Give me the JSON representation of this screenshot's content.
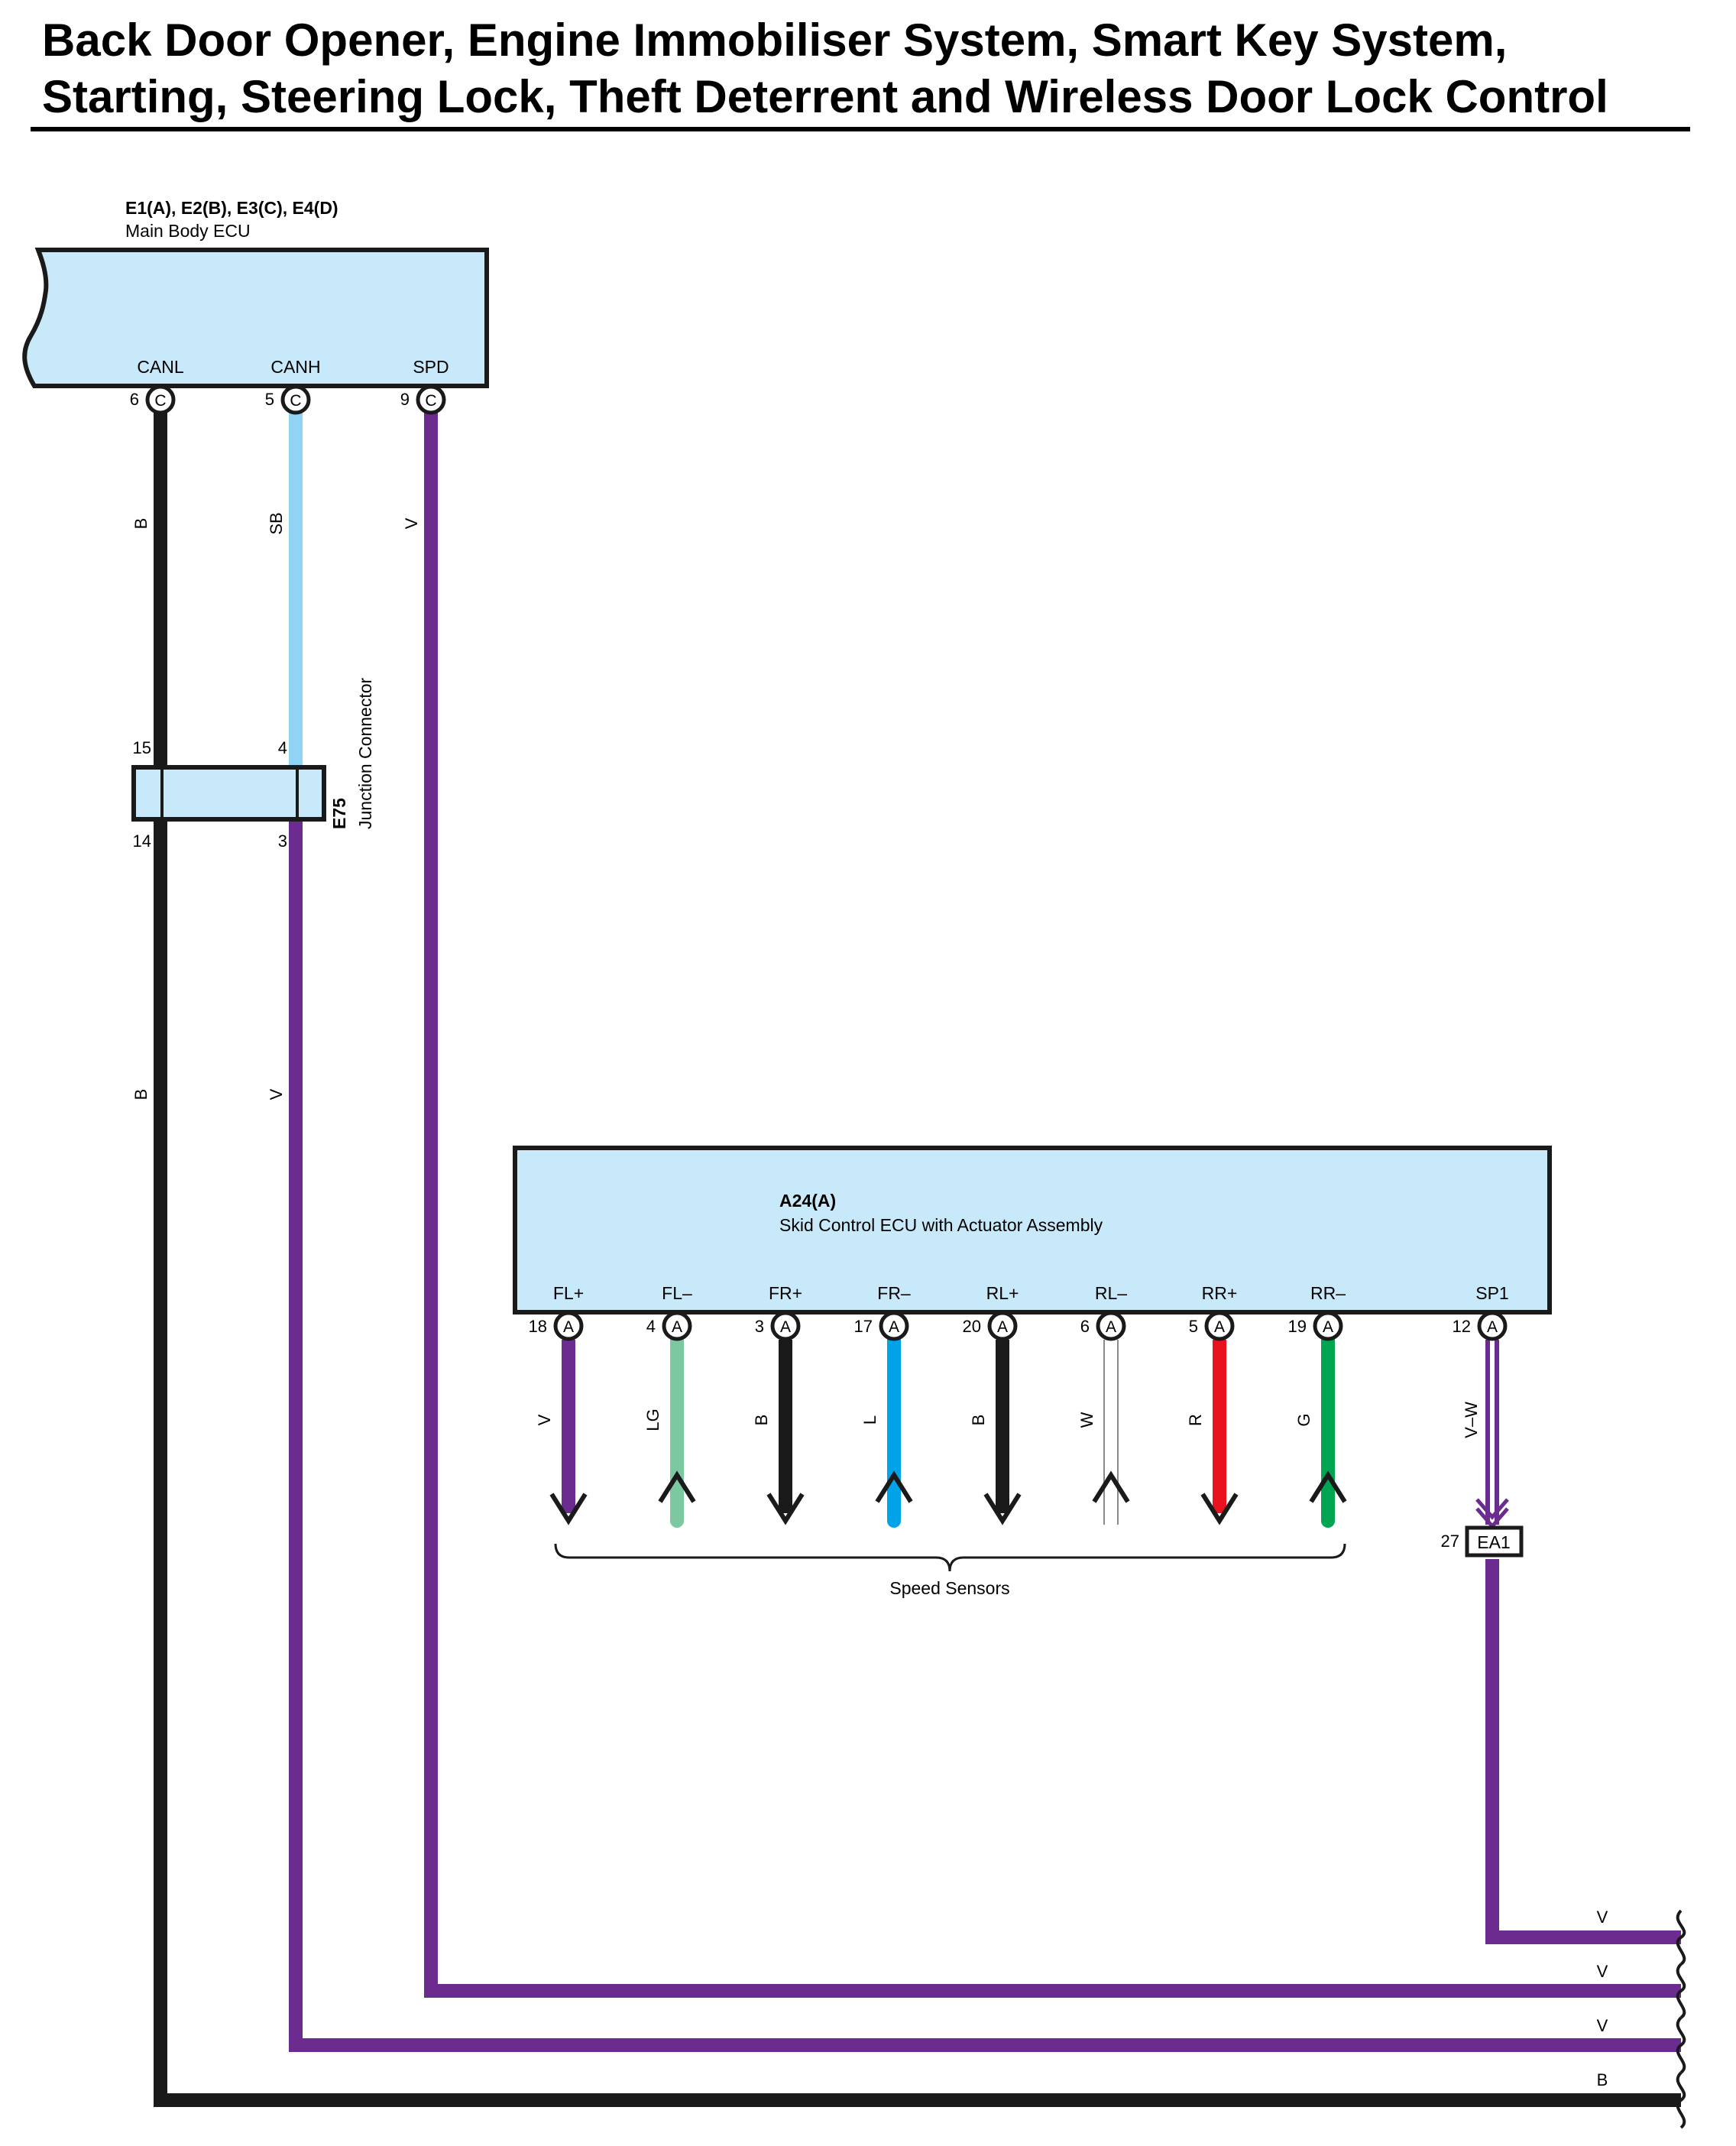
{
  "title": {
    "line1": "Back Door Opener, Engine Immobiliser System, Smart Key System,",
    "line2": "Starting, Steering Lock, Theft Deterrent and Wireless Door Lock Control"
  },
  "main_body_ecu": {
    "connectors": "E1(A), E2(B), E3(C), E4(D)",
    "name": "Main Body ECU",
    "terminals": [
      {
        "label": "CANL",
        "pin": "6",
        "connector": "C"
      },
      {
        "label": "CANH",
        "pin": "5",
        "connector": "C"
      },
      {
        "label": "SPD",
        "pin": "9",
        "connector": "C"
      }
    ]
  },
  "junction_connector": {
    "code": "E75",
    "name": "Junction Connector",
    "pins": {
      "top_left": "15",
      "top_right": "4",
      "bottom_left": "14",
      "bottom_right": "3"
    }
  },
  "skid_control_ecu": {
    "connector": "A24(A)",
    "name": "Skid Control ECU with Actuator Assembly",
    "terminals": [
      {
        "label": "FL+",
        "pin": "18",
        "connector": "A",
        "wire": "V"
      },
      {
        "label": "FL–",
        "pin": "4",
        "connector": "A",
        "wire": "LG"
      },
      {
        "label": "FR+",
        "pin": "3",
        "connector": "A",
        "wire": "B"
      },
      {
        "label": "FR–",
        "pin": "17",
        "connector": "A",
        "wire": "L"
      },
      {
        "label": "RL+",
        "pin": "20",
        "connector": "A",
        "wire": "B"
      },
      {
        "label": "RL–",
        "pin": "6",
        "connector": "A",
        "wire": "W"
      },
      {
        "label": "RR+",
        "pin": "5",
        "connector": "A",
        "wire": "R"
      },
      {
        "label": "RR–",
        "pin": "19",
        "connector": "A",
        "wire": "G"
      },
      {
        "label": "SP1",
        "pin": "12",
        "connector": "A",
        "wire": "V–W"
      }
    ]
  },
  "speed_sensors_label": "Speed Sensors",
  "ea1_connector": {
    "pin": "27",
    "code": "EA1"
  },
  "wire_labels": {
    "canl_upper": "B",
    "canh_upper": "SB",
    "spd": "V",
    "canl_lower": "B",
    "canh_lower": "V",
    "right_v1": "V",
    "right_v2": "V",
    "right_v3": "V",
    "right_b": "B"
  },
  "colors": {
    "V": "#6c2c8f",
    "B": "#1a1a1a",
    "SB": "#8fd3f5",
    "LG": "#7cc8a0",
    "L": "#00a3e8",
    "W": "#ffffff",
    "R": "#e8131f",
    "G": "#00a551",
    "box_fill": "#c8e9fa"
  }
}
